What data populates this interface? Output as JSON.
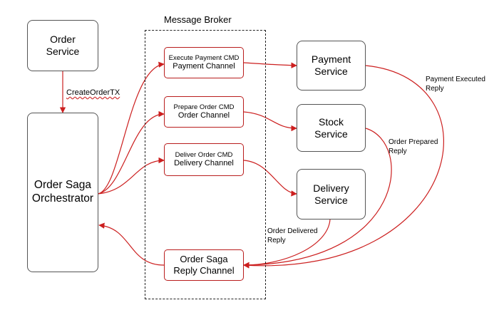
{
  "broker_title": "Message Broker",
  "nodes": {
    "order_service": [
      "Order",
      "Service"
    ],
    "orchestrator": [
      "Order Saga",
      "Orchestrator"
    ],
    "payment_service": [
      "Payment",
      "Service"
    ],
    "stock_service": [
      "Stock",
      "Service"
    ],
    "delivery_service": [
      "Delivery",
      "Service"
    ]
  },
  "channels": {
    "payment": {
      "command": "Execute Payment CMD",
      "name": "Payment Channel"
    },
    "order": {
      "command": "Prepare Order CMD",
      "name": "Order Channel"
    },
    "delivery": {
      "command": "Deliver Order CMD",
      "name": "Delivery Channel"
    },
    "reply": {
      "name_line1": "Order Saga",
      "name_line2": "Reply Channel"
    }
  },
  "edge_labels": {
    "create_order_tx": "CreateOrderTX",
    "payment_reply": [
      "Payment Executed",
      "Reply"
    ],
    "order_reply": [
      "Order Prepared",
      "Reply"
    ],
    "delivery_reply": [
      "Order Delivered",
      "Reply"
    ]
  },
  "colors": {
    "arrow": "#cc1f1f",
    "channel_border": "#b91d1d",
    "service_border": "#555555"
  }
}
